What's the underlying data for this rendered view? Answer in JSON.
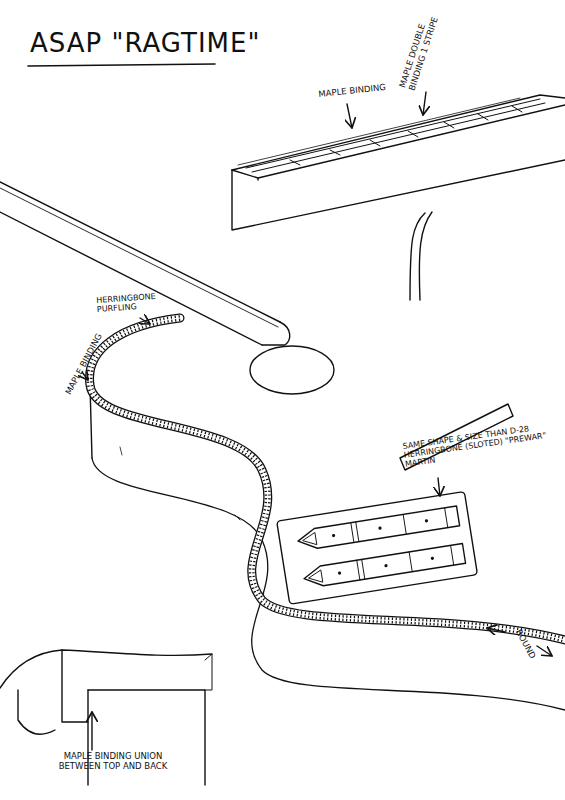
{
  "diagram": {
    "title": "ASAP \"RAGTIME\"",
    "labels": [
      "MAPLE DOUBLE BINDING 1 STRIPE",
      "MAPLE BINDING",
      "HERRINGBONE PURFLING",
      "MAPLE BINDING",
      "SAME SHAPE & SIZE THAN D-28 HERRINGBONE (SLOTED) \"PREWAR\" MARTIN",
      "ROUND",
      "MAPLE BINDING UNION BETWEEN TOP AND BACK"
    ]
  }
}
